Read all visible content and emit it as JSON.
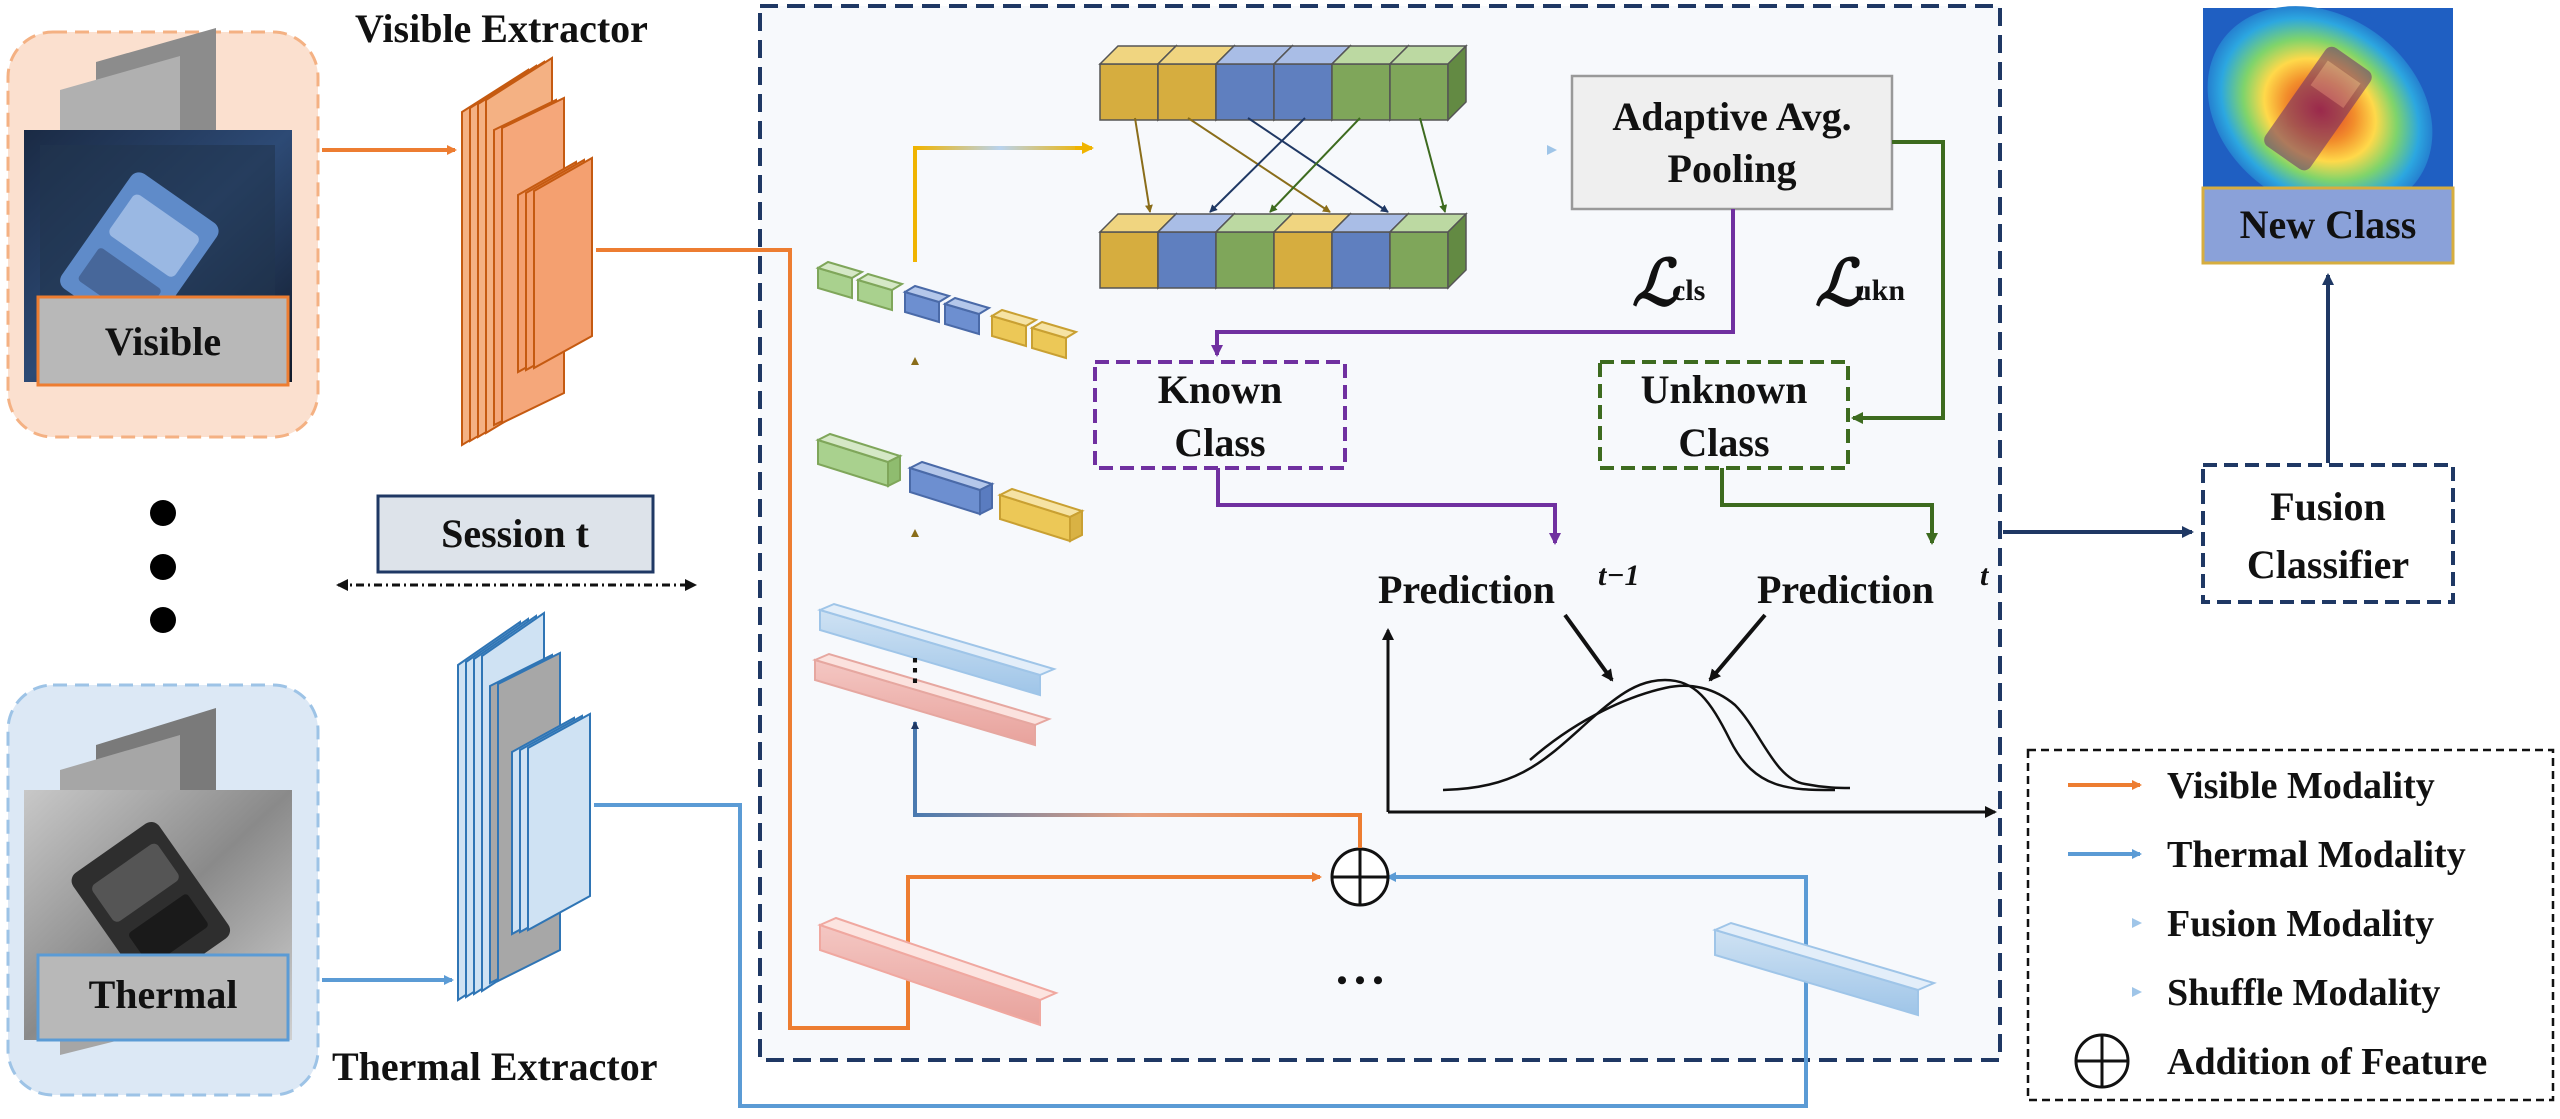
{
  "labels": {
    "visible_extractor": "Visible Extractor",
    "thermal_extractor": "Thermal Extractor",
    "visible": "Visible",
    "thermal": "Thermal",
    "session": "Session t",
    "adaptive_line1": "Adaptive Avg.",
    "adaptive_line2": "Pooling",
    "loss_cls_sym": "ℒ",
    "loss_cls_sub": "cls",
    "loss_ukn_sym": "ℒ",
    "loss_ukn_sub": "ukn",
    "known_line1": "Known",
    "known_line2": "Class",
    "unknown_line1": "Unknown",
    "unknown_line2": "Class",
    "prediction": "Prediction",
    "pred_prev_sup": "t−1",
    "pred_cur_sup": "t",
    "fusion_line1": "Fusion",
    "fusion_line2": "Classifier",
    "new_class": "New Class",
    "dots_h": "• • •",
    "dots_v": "⋮"
  },
  "legend": [
    {
      "label": "Visible Modality",
      "kind": "visible"
    },
    {
      "label": "Thermal Modality",
      "kind": "thermal"
    },
    {
      "label": "Fusion Modality",
      "kind": "fusion"
    },
    {
      "label": "Shuffle Modality",
      "kind": "shuffle"
    },
    {
      "label": "Addition of Feature",
      "kind": "addition"
    }
  ],
  "colors": {
    "visible": "#ed7d31",
    "thermal": "#5b9bd5",
    "gold": "#d6ad3f",
    "blue_cube": "#5f7fbf",
    "green_cube": "#7fa65a",
    "purple": "#7030a0",
    "dark_green": "#3d6b1f",
    "navy": "#1f3864"
  }
}
